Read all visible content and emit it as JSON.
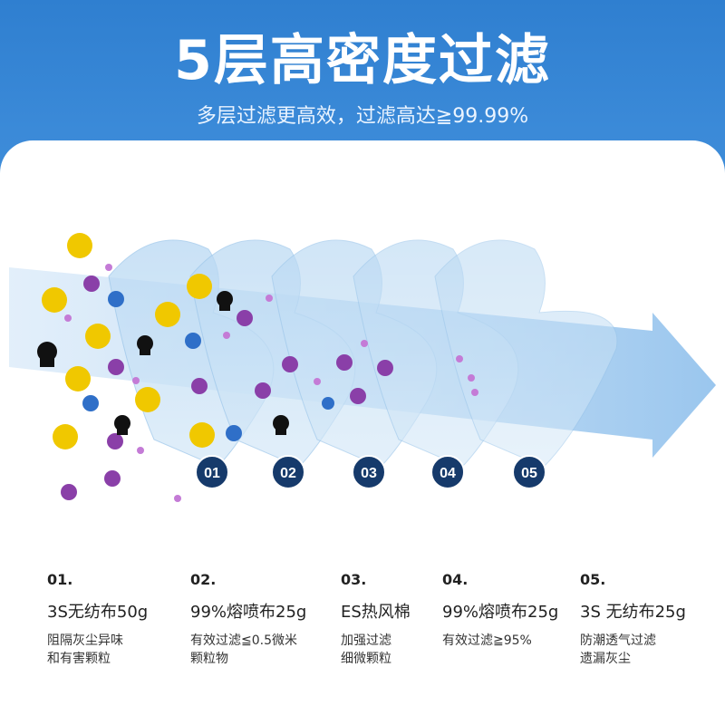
{
  "header": {
    "title": "5层高密度过滤",
    "subtitle": "多层过滤更高效，过滤高达≧99.99%"
  },
  "badges": [
    "01",
    "02",
    "03",
    "04",
    "05"
  ],
  "layers": [
    {
      "num": "01.",
      "name": "3S无纺布50g",
      "desc_line1": "阻隔灰尘异味",
      "desc_line2": "和有害颗粒"
    },
    {
      "num": "02.",
      "name": "99%熔喷布25g",
      "desc_line1": "有效过滤≦0.5微米",
      "desc_line2": "颗粒物"
    },
    {
      "num": "03.",
      "name": "ES热风棉",
      "desc_line1": "加强过滤",
      "desc_line2": "细微颗粒"
    },
    {
      "num": "04.",
      "name": "99%熔喷布25g",
      "desc_line1": "有效过滤≧95%",
      "desc_line2": ""
    },
    {
      "num": "05.",
      "name": "3S 无纺布25g",
      "desc_line1": "防潮透气过滤",
      "desc_line2": "遗漏灰尘"
    }
  ],
  "colors": {
    "accent": "#2f7fd0",
    "badge": "#163a6b",
    "yellow": "#f0c800",
    "purple": "#8a3fa8",
    "blue_germ": "#2f6fc8"
  }
}
